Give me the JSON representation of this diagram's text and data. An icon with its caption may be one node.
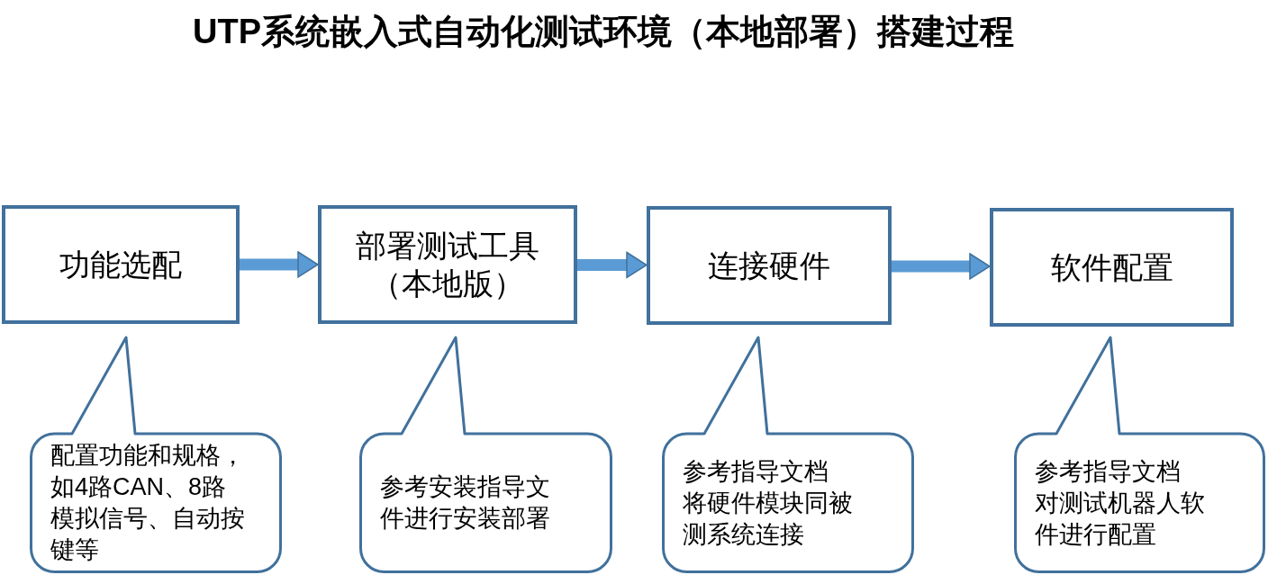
{
  "diagram": {
    "title": "UTP系统嵌入式自动化测试环境（本地部署）搭建过程",
    "nodes": [
      {
        "text": [
          "功能选配"
        ]
      },
      {
        "text": [
          "部署测试工具（本地版）"
        ]
      },
      {
        "text": [
          "连接硬件"
        ]
      },
      {
        "text": [
          "软件配置"
        ]
      },
      {
        "text": [
          "配置功能和规格，如4路CAN、8路模拟信号、自动按键等"
        ]
      },
      {
        "text": [
          "参考安装指导文件进行安装部署"
        ]
      },
      {
        "text": [
          "参考指导文档",
          "将硬件模块同被测系统连接"
        ]
      },
      {
        "text": [
          "参考指导文档",
          "对测试机器人软件进行配置"
        ]
      }
    ],
    "edges": [
      {
        "from": 0,
        "to": 1,
        "arrow": "to"
      },
      {
        "from": 1,
        "to": 2,
        "arrow": "to"
      },
      {
        "from": 2,
        "to": 3,
        "arrow": "to"
      }
    ]
  }
}
